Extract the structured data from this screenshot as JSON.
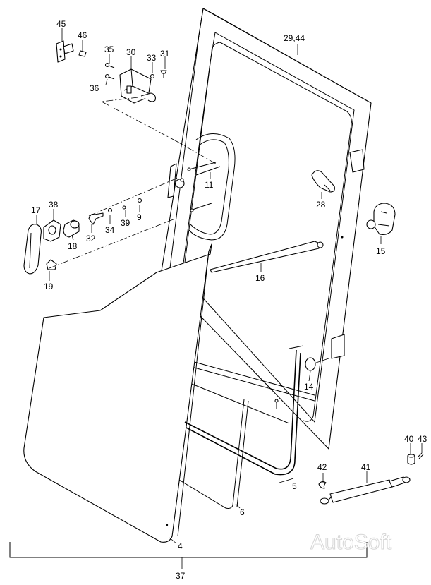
{
  "watermark": "AutoSoft",
  "callouts": {
    "p45": "45",
    "p46": "46",
    "p35": "35",
    "p30": "30",
    "p33": "33",
    "p31": "31",
    "p36": "36",
    "p2944": "29,44",
    "p11": "11",
    "p28": "28",
    "p17": "17",
    "p38": "38",
    "p32": "32",
    "p34": "34",
    "p39": "39",
    "p9": "9",
    "p18": "18",
    "p19": "19",
    "p15": "15",
    "p16": "16",
    "p14": "14",
    "p40": "40",
    "p43": "43",
    "p42": "42",
    "p41": "41",
    "p5": "5",
    "p6": "6",
    "p4": "4",
    "p37": "37"
  },
  "colors": {
    "line": "#000000",
    "callout_text": "#000000",
    "watermark": "#d6d6d6"
  }
}
